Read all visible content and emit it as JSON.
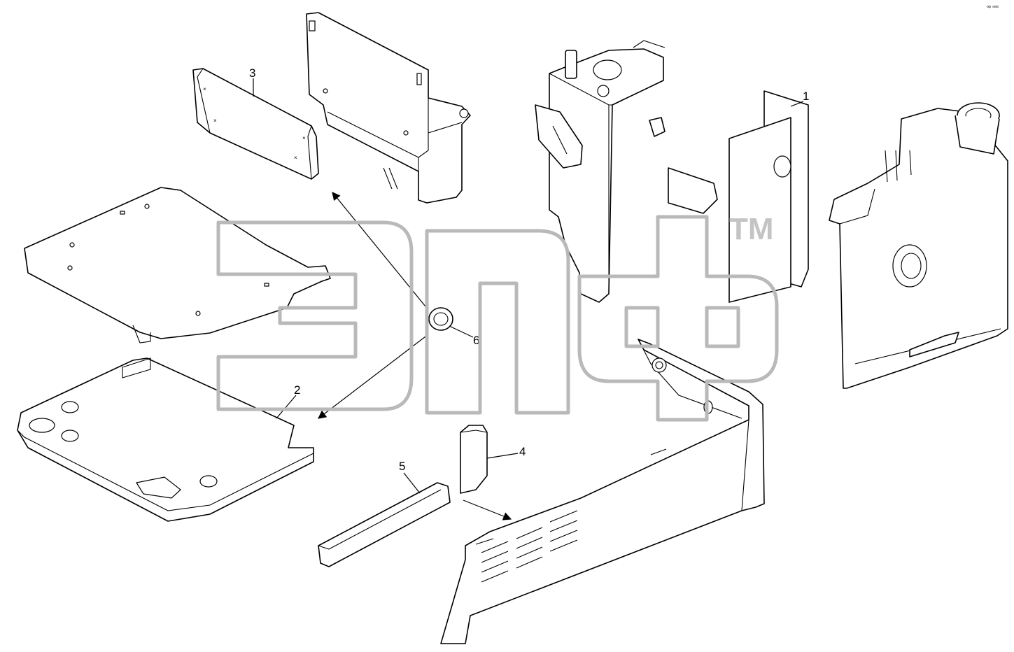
{
  "diagram": {
    "type": "exploded parts diagram",
    "callouts": [
      {
        "id": "1",
        "label": "1"
      },
      {
        "id": "2",
        "label": "2"
      },
      {
        "id": "3",
        "label": "3"
      },
      {
        "id": "4",
        "label": "4"
      },
      {
        "id": "5",
        "label": "5"
      },
      {
        "id": "6",
        "label": "6"
      }
    ],
    "corner_mark": "ᵒᵖ ⁿᵉᵉ"
  },
  "watermark": {
    "letters": "эпф",
    "trademark": "TM"
  },
  "colors": {
    "line": "#000000",
    "background": "#ffffff",
    "watermark": "#b9b9b9"
  }
}
